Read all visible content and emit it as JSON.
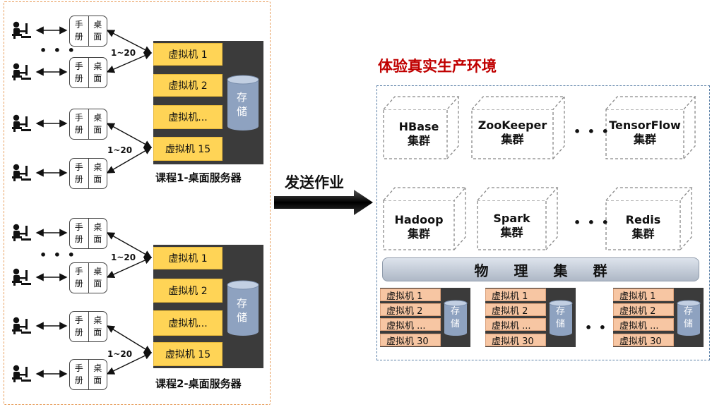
{
  "user_card": {
    "left": "手\n册",
    "right": "桌\n面"
  },
  "dots": "• • •",
  "ratio": "1~20",
  "groups": [
    {
      "caption": "课程1-桌面服务器",
      "vms": [
        "虚拟机 1",
        "虚拟机 2",
        "虚拟机...",
        "虚拟机 15"
      ],
      "storage": "存\n储"
    },
    {
      "caption": "课程2-桌面服务器",
      "vms": [
        "虚拟机 1",
        "虚拟机 2",
        "虚拟机...",
        "虚拟机 15"
      ],
      "storage": "存\n储"
    }
  ],
  "send_label": "发送作业",
  "heading": "体验真实生产环境",
  "clusters": [
    {
      "name": "HBase",
      "suffix": "集群"
    },
    {
      "name": "ZooKeeper",
      "suffix": "集群"
    },
    {
      "name": "TensorFlow",
      "suffix": "集群"
    },
    {
      "name": "Hadoop",
      "suffix": "集群"
    },
    {
      "name": "Spark",
      "suffix": "集群"
    },
    {
      "name": "Redis",
      "suffix": "集群"
    }
  ],
  "physical_cluster": "物理集群",
  "physical_servers": [
    {
      "vms": [
        "虚拟机  1",
        "虚拟机  2",
        "虚拟机 ...",
        "虚拟机 30"
      ],
      "storage": "存\n储"
    },
    {
      "vms": [
        "虚拟机  1",
        "虚拟机  2",
        "虚拟机 ...",
        "虚拟机 30"
      ],
      "storage": "存\n储"
    },
    {
      "vms": [
        "虚拟机  1",
        "虚拟机  2",
        "虚拟机 ...",
        "虚拟机 30"
      ],
      "storage": "存\n储"
    }
  ],
  "colors": {
    "vm_yellow": "#ffd456",
    "vm_salmon": "#f7c6a3",
    "heading_red": "#c00000",
    "server_dark": "#3b3b3b",
    "storage_blue": "#8ea2c0"
  }
}
